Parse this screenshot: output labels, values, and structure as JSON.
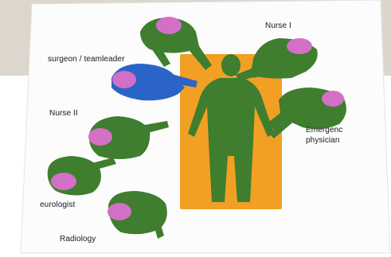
{
  "colors": {
    "backdrop": "#ddd6cc",
    "card": "#fcfcfc",
    "figure_green": "#3f7d2f",
    "head_pink": "#d36fc6",
    "leader_blue": "#2b64c8",
    "table_orange": "#f2a024"
  },
  "labels": {
    "nurse_1": "Nurse I",
    "surgeon": "surgeon / teamleader",
    "nurse_2": "Nurse II",
    "emergency": "Emergenc",
    "physician": "physician",
    "neurologist": "eurologist",
    "radiology": "Radiology"
  }
}
